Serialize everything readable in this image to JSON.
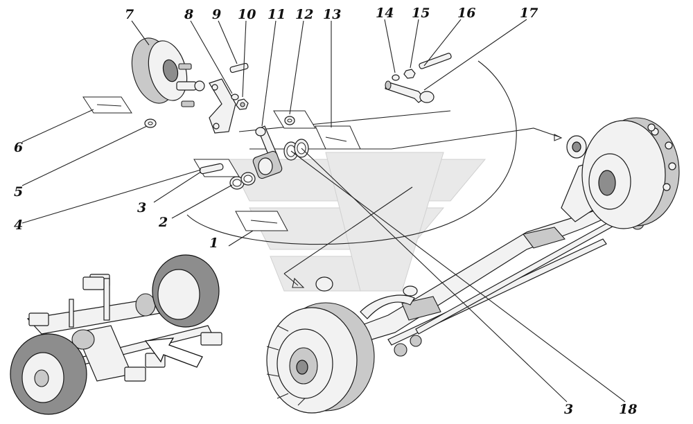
{
  "figure": {
    "callouts": [
      {
        "id": "c1",
        "text": "1"
      },
      {
        "id": "c2",
        "text": "2"
      },
      {
        "id": "c3a",
        "text": "3"
      },
      {
        "id": "c3b",
        "text": "3"
      },
      {
        "id": "c4",
        "text": "4"
      },
      {
        "id": "c5",
        "text": "5"
      },
      {
        "id": "c6",
        "text": "6"
      },
      {
        "id": "c7",
        "text": "7"
      },
      {
        "id": "c8",
        "text": "8"
      },
      {
        "id": "c9",
        "text": "9"
      },
      {
        "id": "c10",
        "text": "10"
      },
      {
        "id": "c11",
        "text": "11"
      },
      {
        "id": "c12",
        "text": "12"
      },
      {
        "id": "c13",
        "text": "13"
      },
      {
        "id": "c14",
        "text": "14"
      },
      {
        "id": "c15",
        "text": "15"
      },
      {
        "id": "c16",
        "text": "16"
      },
      {
        "id": "c17",
        "text": "17"
      },
      {
        "id": "c18",
        "text": "18"
      }
    ]
  }
}
